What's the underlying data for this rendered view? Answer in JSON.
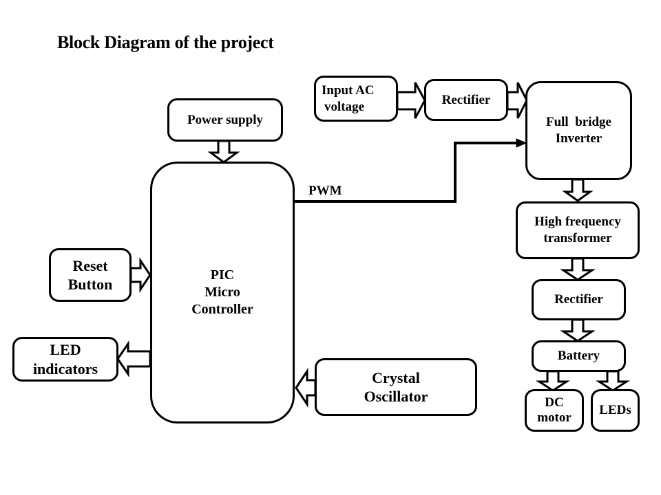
{
  "title": "Block Diagram of the project",
  "colors": {
    "stroke": "#000000",
    "background": "#ffffff",
    "text": "#000000"
  },
  "blocks": {
    "power_supply": {
      "lines": [
        "Power supply"
      ]
    },
    "pic": {
      "lines": [
        "PIC",
        "Micro",
        "Controller"
      ]
    },
    "reset_button": {
      "lines": [
        "Reset",
        "Button"
      ]
    },
    "led_indicators": {
      "lines": [
        "LED",
        "indicators"
      ]
    },
    "crystal_oscillator": {
      "lines": [
        "Crystal",
        "Oscillator"
      ]
    },
    "input_ac": {
      "lines": [
        "Input AC",
        "voltage"
      ]
    },
    "rectifier_top": {
      "lines": [
        "Rectifier"
      ]
    },
    "full_bridge": {
      "lines": [
        "Full  bridge",
        "Inverter"
      ]
    },
    "hf_transformer": {
      "lines": [
        "High frequency",
        "transformer"
      ]
    },
    "rectifier_bottom": {
      "lines": [
        "Rectifier"
      ]
    },
    "battery": {
      "lines": [
        "Battery"
      ]
    },
    "dc_motor": {
      "lines": [
        "DC",
        "motor"
      ]
    },
    "leds": {
      "lines": [
        "LEDs"
      ]
    }
  },
  "signals": {
    "pwm": "PWM"
  },
  "connections": [
    {
      "from": "power_supply",
      "to": "pic",
      "style": "block-arrow"
    },
    {
      "from": "reset_button",
      "to": "pic",
      "style": "block-arrow"
    },
    {
      "from": "pic",
      "to": "led_indicators",
      "style": "block-arrow"
    },
    {
      "from": "crystal_oscillator",
      "to": "pic",
      "style": "block-arrow"
    },
    {
      "from": "pic",
      "to": "full_bridge",
      "style": "line-arrow",
      "label": "PWM"
    },
    {
      "from": "input_ac",
      "to": "rectifier_top",
      "style": "block-arrow"
    },
    {
      "from": "rectifier_top",
      "to": "full_bridge",
      "style": "block-arrow"
    },
    {
      "from": "full_bridge",
      "to": "hf_transformer",
      "style": "block-arrow"
    },
    {
      "from": "hf_transformer",
      "to": "rectifier_bottom",
      "style": "block-arrow"
    },
    {
      "from": "rectifier_bottom",
      "to": "battery",
      "style": "block-arrow"
    },
    {
      "from": "battery",
      "to": "dc_motor",
      "style": "block-arrow"
    },
    {
      "from": "battery",
      "to": "leds",
      "style": "block-arrow"
    }
  ]
}
